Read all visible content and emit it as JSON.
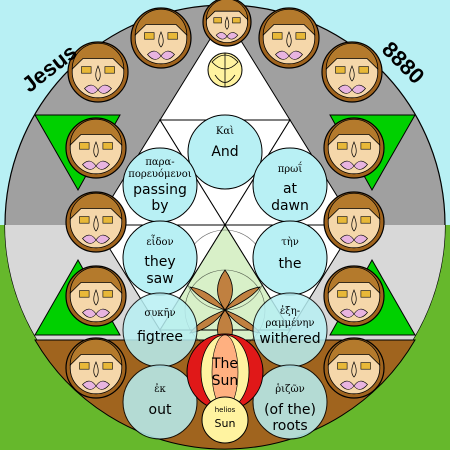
{
  "corner_labels": {
    "left": "Jesus",
    "right": "8880"
  },
  "words": [
    {
      "id": "kai",
      "greek": "Καὶ",
      "english": [
        "And"
      ]
    },
    {
      "id": "paraporeuomenoi",
      "greek": [
        "παρα-",
        "πορευόμενοι"
      ],
      "english": [
        "passing",
        "by"
      ]
    },
    {
      "id": "proi",
      "greek": "πρωΐ",
      "english": [
        "at",
        "dawn"
      ]
    },
    {
      "id": "eidon",
      "greek": "εἶδον",
      "english": [
        "they",
        "saw"
      ]
    },
    {
      "id": "ten",
      "greek": "τὴν",
      "english": [
        "the"
      ]
    },
    {
      "id": "suken",
      "greek": "συκῆν",
      "english": [
        "figtree"
      ]
    },
    {
      "id": "exerammenen",
      "greek": [
        "ἐξη-",
        "ραμμένην"
      ],
      "english": [
        "withered"
      ]
    },
    {
      "id": "ek",
      "greek": "ἐκ",
      "english": [
        "out"
      ]
    },
    {
      "id": "rizon",
      "greek": "ῥιζῶν",
      "english": [
        "(of the)",
        "roots"
      ]
    }
  ],
  "sun": {
    "label": [
      "The",
      "Sun"
    ],
    "greek": "helios",
    "sub": "Sun"
  },
  "colors": {
    "sky": "#b8f0f4",
    "grass": "#66b82c",
    "disc": "#a0a0a0",
    "green_triangle": "#00d000",
    "brown_ring": "#a0641e",
    "sun_red": "#e01818",
    "sun_yellow": "#fff3a0"
  }
}
